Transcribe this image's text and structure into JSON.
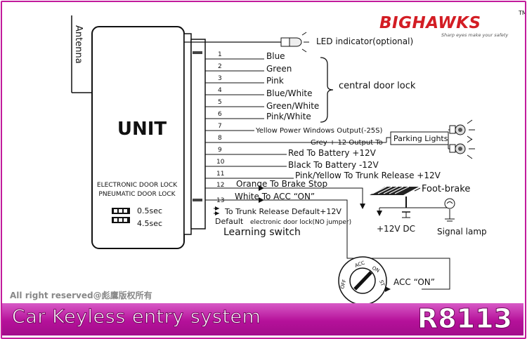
{
  "brand": {
    "name": "BIGHAWKS",
    "tm": "TM",
    "slogan": "Sharp eyes make your safety"
  },
  "unit": {
    "title": "UNIT",
    "antenna": "Antenna",
    "mode_line1": "ELECTRONIC DOOR LOCK",
    "mode_line2": "PNEUMATIC DOOR LOCK",
    "jumper1": "0.5sec",
    "jumper2": "4.5sec"
  },
  "led": "LED indicator(optional)",
  "wires": [
    {
      "num": "1",
      "label": "Blue"
    },
    {
      "num": "2",
      "label": "Green"
    },
    {
      "num": "3",
      "label": "Pink"
    },
    {
      "num": "4",
      "label": "Blue/White"
    },
    {
      "num": "5",
      "label": "Green/White"
    },
    {
      "num": "6",
      "label": "Pink/White"
    },
    {
      "num": "7",
      "label": "Yellow Power Windows Output(-25S)"
    },
    {
      "num": "8",
      "label": "Grey + 12 Output To"
    },
    {
      "num": "9",
      "label": "Red  To Battery +12V"
    },
    {
      "num": "10",
      "label": "Black To Battery -12V"
    },
    {
      "num": "11",
      "label": "Pink/Yellow To Trunk Release +12V"
    },
    {
      "num": "12",
      "label": "Orange To Brake Stop"
    },
    {
      "num": "13",
      "label": "White To ACC “ON”"
    }
  ],
  "central_lock": "central door lock",
  "parking_lights": "Parking Lights",
  "trunk_default": "To Trunk Release Default+12V",
  "default_word": "Default",
  "default_rest": "electronic door lock(NO jumper)",
  "learning": "Learning switch",
  "foot_brake": "Foot-brake",
  "dc": "+12V DC",
  "signal_lamp": "Signal lamp",
  "acc_on": "ACC “ON”",
  "ign": {
    "off": "OFF",
    "acc": "ACC",
    "on": "ON",
    "st": "ST"
  },
  "rights": "All right reserved@彪鷹版权所有",
  "footer": {
    "title": "Car Keyless entry system",
    "model": "R8113"
  }
}
